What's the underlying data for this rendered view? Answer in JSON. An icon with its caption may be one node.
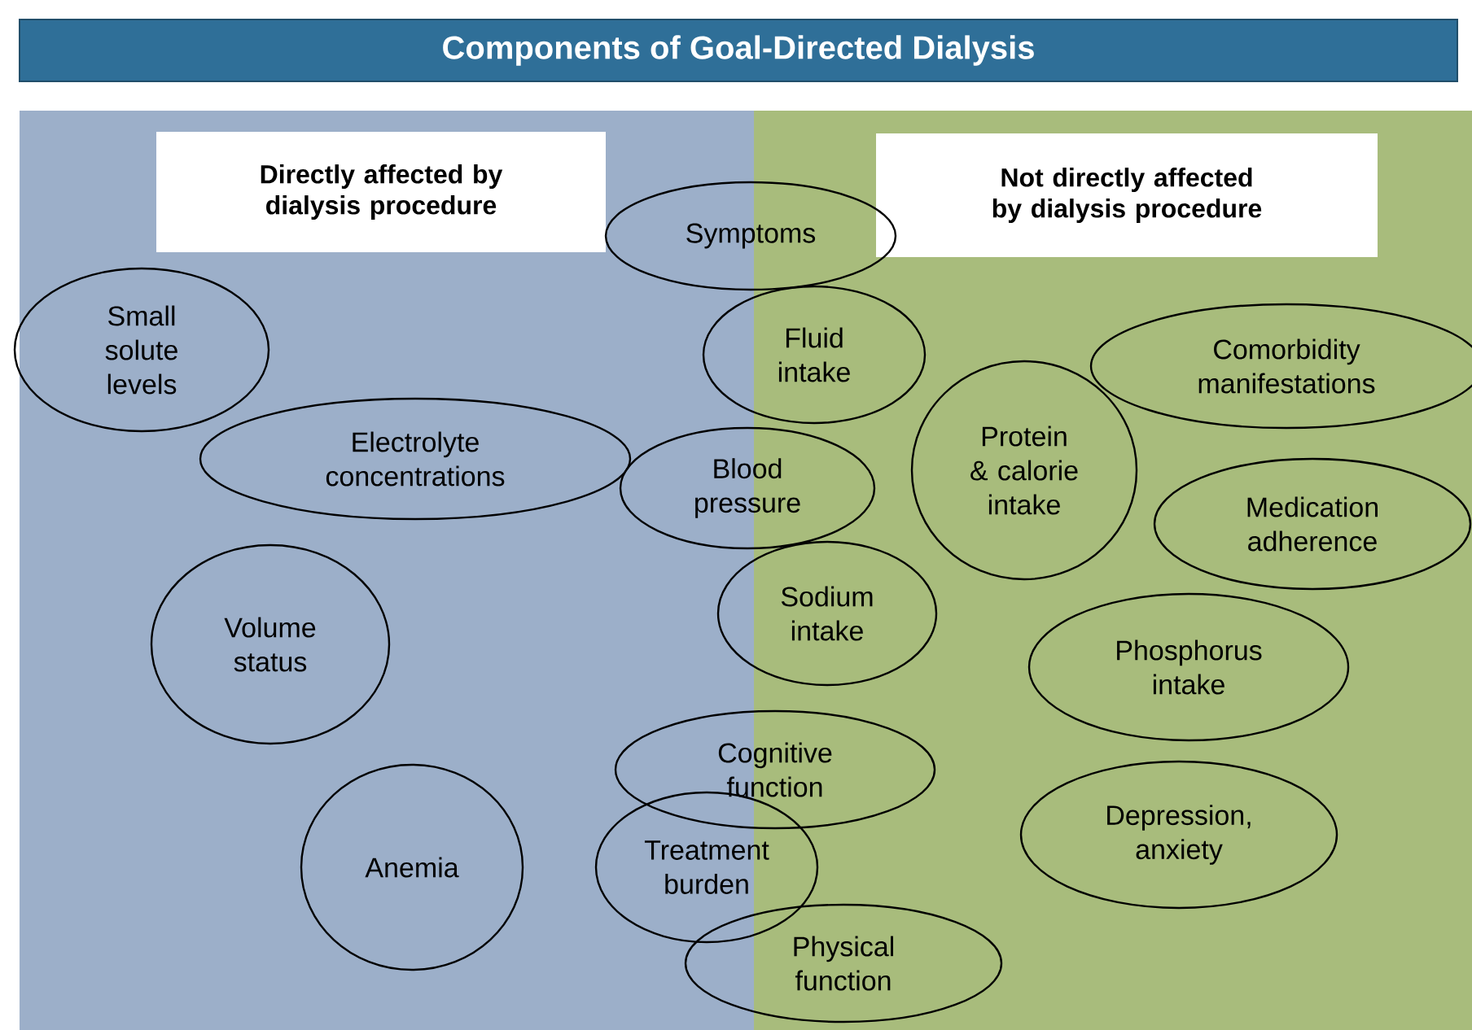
{
  "diagram": {
    "title": "Components of Goal-Directed Dialysis",
    "nodes": [
      {
        "text": [
          "Directly affected by dialysis procedure"
        ]
      },
      {
        "text": [
          "Not directly affected by dialysis procedure"
        ]
      },
      {
        "text": [
          "Symptoms"
        ]
      },
      {
        "text": [
          "Small solute levels"
        ]
      },
      {
        "text": [
          "Fluid intake"
        ]
      },
      {
        "text": [
          "Comorbidity manifestations"
        ]
      },
      {
        "text": [
          "Electrolyte concentrations"
        ]
      },
      {
        "text": [
          "Protein & calorie intake"
        ]
      },
      {
        "text": [
          "Blood pressure"
        ]
      },
      {
        "text": [
          "Medication adherence"
        ]
      },
      {
        "text": [
          "Sodium intake"
        ]
      },
      {
        "text": [
          "Volume status"
        ]
      },
      {
        "text": [
          "Phosphorus intake"
        ]
      },
      {
        "text": [
          "Cognitive function"
        ]
      },
      {
        "text": [
          "Depression, anxiety"
        ]
      },
      {
        "text": [
          "Treatment burden"
        ]
      },
      {
        "text": [
          "Anemia"
        ]
      },
      {
        "text": [
          "Physical function"
        ]
      }
    ]
  }
}
